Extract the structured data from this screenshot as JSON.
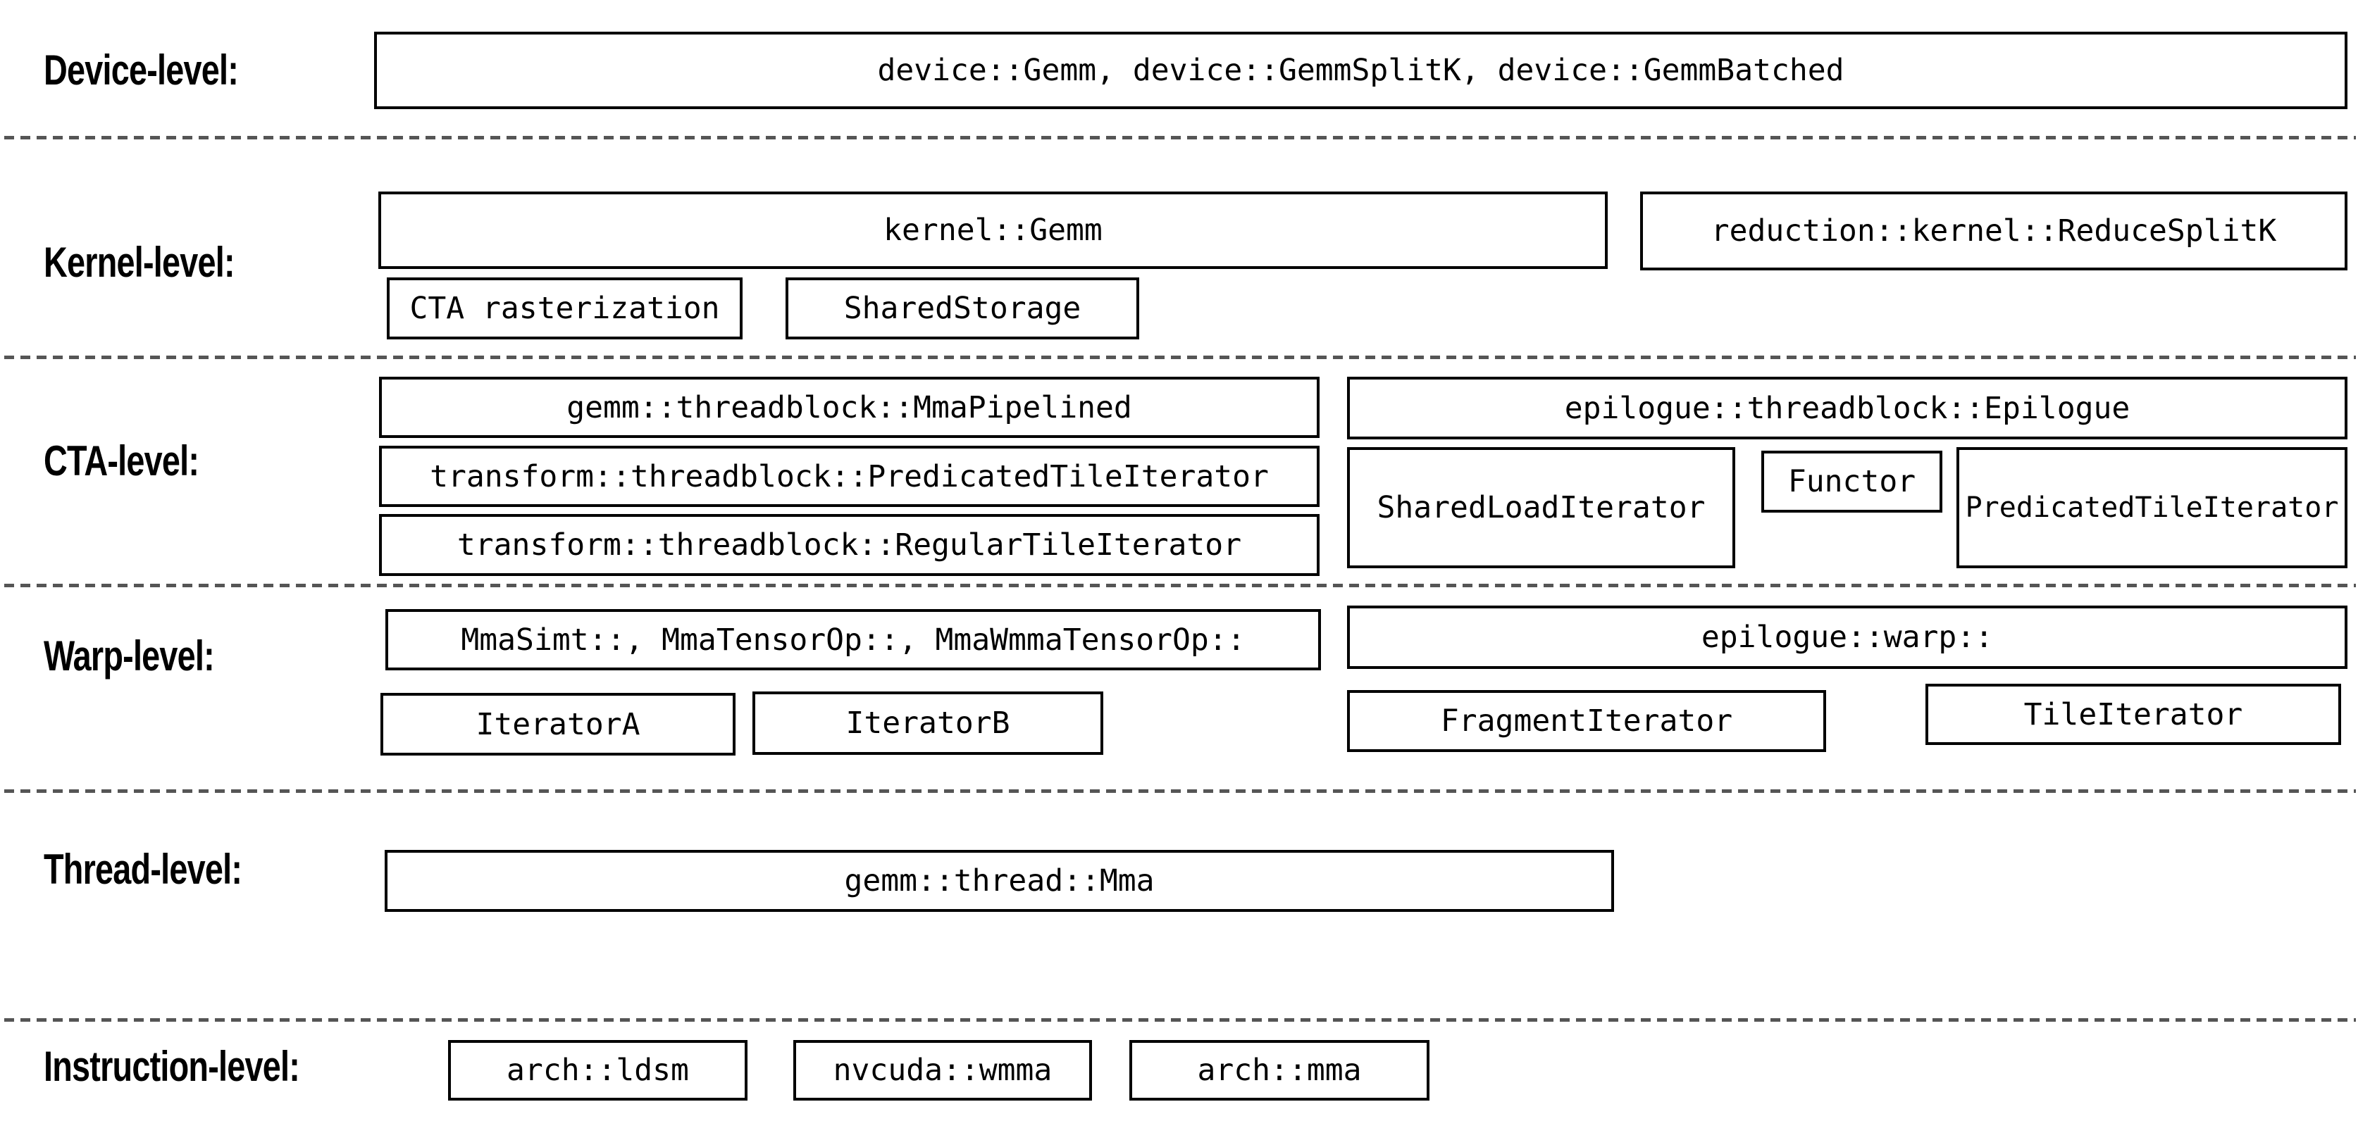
{
  "levels": {
    "device": {
      "label": "Device-level:",
      "boxes": {
        "main": "device::Gemm, device::GemmSplitK, device::GemmBatched"
      }
    },
    "kernel": {
      "label": "Kernel-level:",
      "boxes": {
        "gemm": "kernel::Gemm",
        "reduce_splitk": "reduction::kernel::ReduceSplitK",
        "cta_rasterization": "CTA rasterization",
        "shared_storage": "SharedStorage"
      }
    },
    "cta": {
      "label": "CTA-level:",
      "boxes": {
        "mma_pipelined": "gemm::threadblock::MmaPipelined",
        "predicated_tile_iterator": "transform::threadblock::PredicatedTileIterator",
        "regular_tile_iterator": "transform::threadblock::RegularTileIterator",
        "epilogue": "epilogue::threadblock::Epilogue",
        "shared_load_iterator": "SharedLoadIterator",
        "functor": "Functor",
        "epilogue_predicated_tile_iterator": "PredicatedTileIterator"
      }
    },
    "warp": {
      "label": "Warp-level:",
      "boxes": {
        "mma": "MmaSimt::, MmaTensorOp::, MmaWmmaTensorOp::",
        "iterator_a": "IteratorA",
        "iterator_b": "IteratorB",
        "epilogue_warp": "epilogue::warp::",
        "fragment_iterator": "FragmentIterator",
        "tile_iterator": "TileIterator"
      }
    },
    "thread": {
      "label": "Thread-level:",
      "boxes": {
        "mma": "gemm::thread::Mma"
      }
    },
    "instruction": {
      "label": "Instruction-level:",
      "boxes": {
        "arch_ldsm": "arch::ldsm",
        "nvcuda_wmma": "nvcuda::wmma",
        "arch_mma": "arch::mma"
      }
    }
  },
  "colors": {
    "background": "#ffffff",
    "box_border": "#000000",
    "text": "#000000",
    "separator": "#555555"
  }
}
